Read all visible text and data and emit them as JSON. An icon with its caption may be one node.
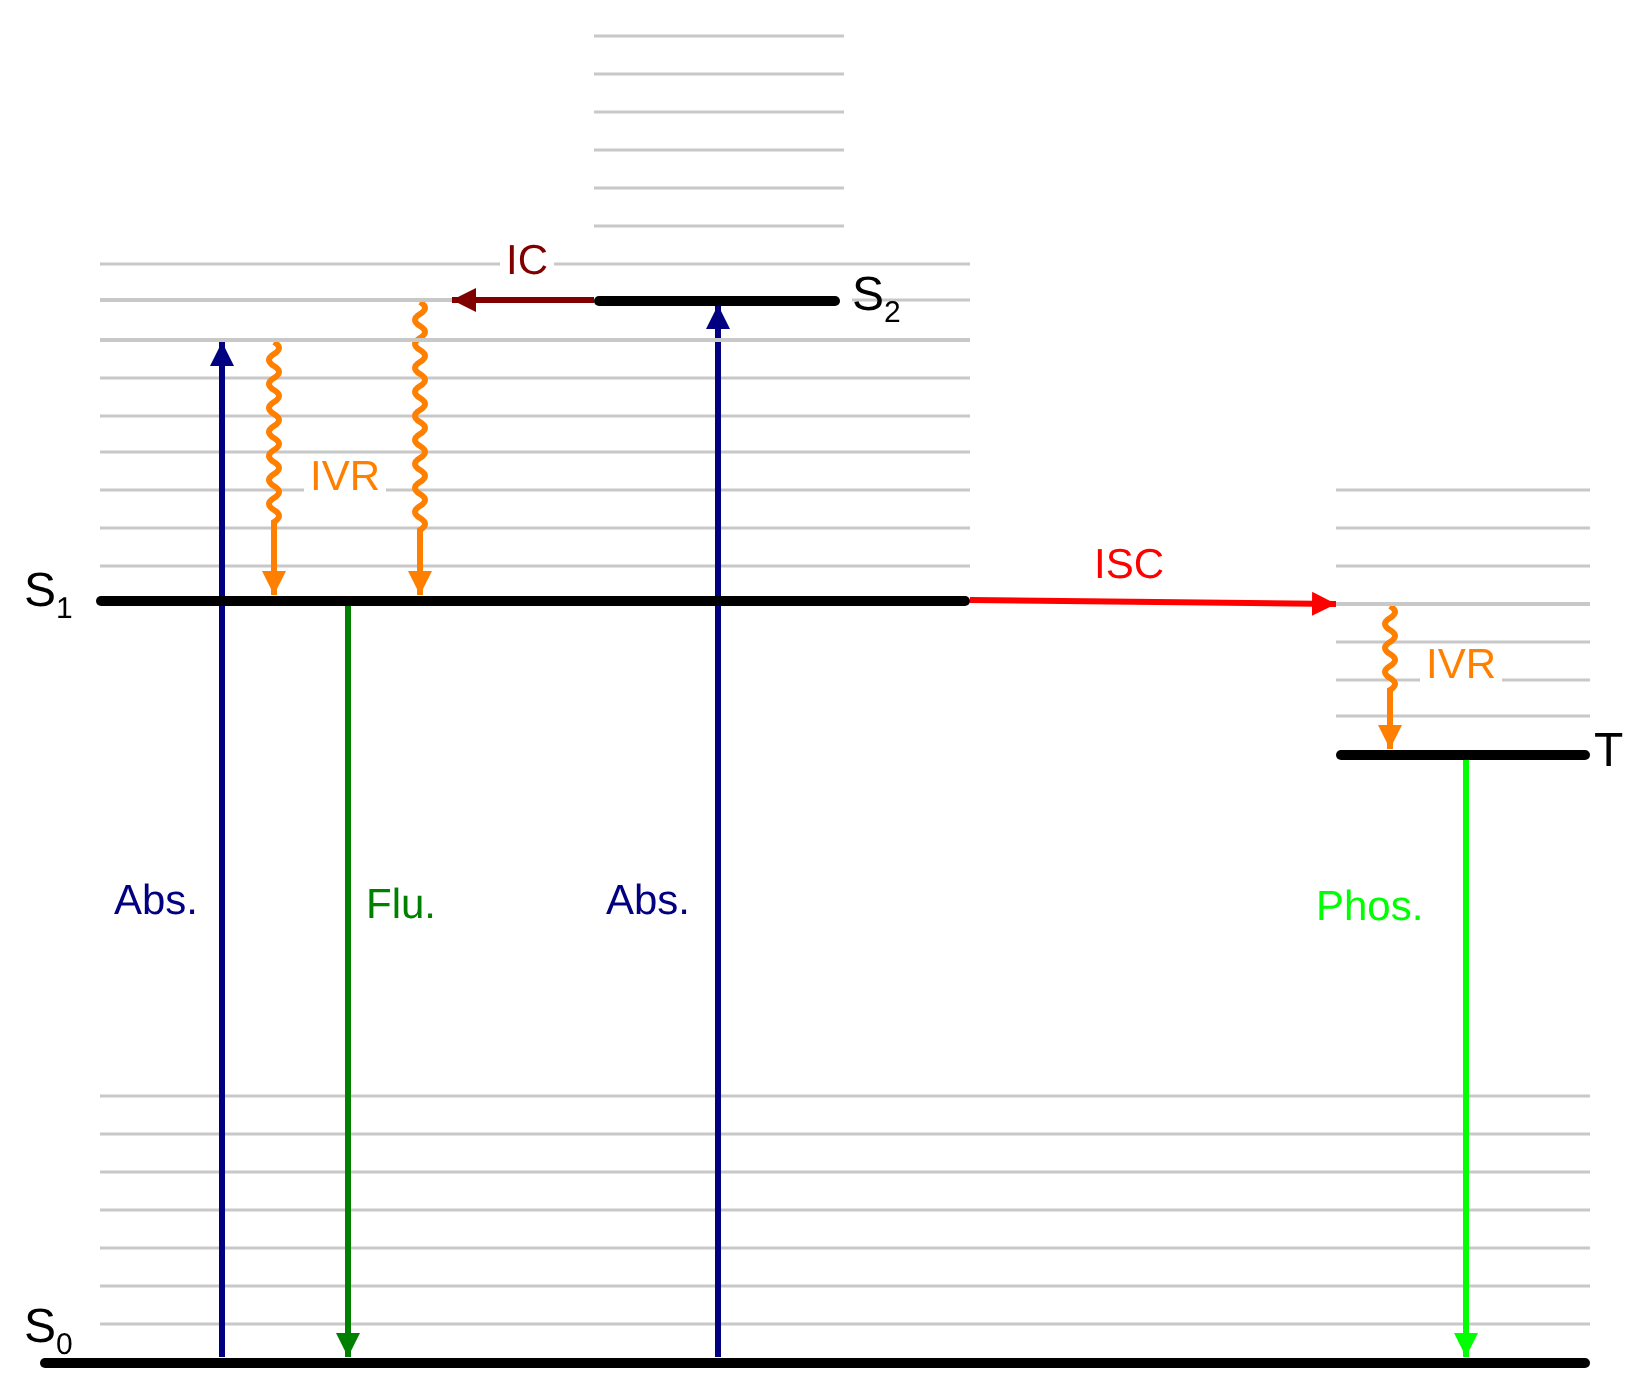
{
  "diagram": {
    "nodes": [
      {
        "text": [
          "S$_{2}$"
        ]
      },
      {
        "text": [
          "S$_{1}$"
        ]
      },
      {
        "text": [
          "T"
        ]
      },
      {
        "text": [
          "S$_{0}$"
        ]
      },
      {
        "text": [],
        "shape": "bar"
      },
      {
        "text": [],
        "shape": "bar"
      },
      {
        "text": [],
        "shape": "bar"
      }
    ],
    "edges": [
      {
        "from": 3,
        "to": 5,
        "arrow": "to",
        "label": "Abs.",
        "color": "#000080"
      },
      {
        "from": 5,
        "to": 1,
        "arrow": "to",
        "label": "IVR",
        "color": "#ff8000"
      },
      {
        "from": 4,
        "to": 1,
        "arrow": "to",
        "color": "#ff8000"
      },
      {
        "from": 0,
        "to": 4,
        "arrow": "to",
        "label": "IC",
        "color": "#800000"
      },
      {
        "from": 3,
        "to": 0,
        "arrow": "to",
        "label": "Abs.",
        "color": "#000080"
      },
      {
        "from": 1,
        "to": 3,
        "arrow": "to",
        "label": "Flu.",
        "color": "#008000"
      },
      {
        "from": 1,
        "to": 6,
        "arrow": "to",
        "label": "ISC",
        "color": "#ff0000"
      },
      {
        "from": 6,
        "to": 2,
        "arrow": "to",
        "label": "IVR",
        "color": "#ff8000"
      },
      {
        "from": 2,
        "to": 3,
        "arrow": "to",
        "label": "Phos.",
        "color": "#00ff00"
      }
    ]
  }
}
